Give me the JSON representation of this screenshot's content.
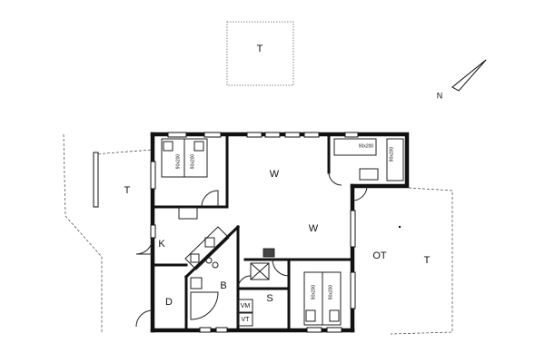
{
  "floorplan": {
    "rooms": {
      "terrace_top": "T",
      "terrace_left": "T",
      "terrace_right": "T",
      "living_1": "W",
      "living_2": "W",
      "kitchen": "K",
      "bathroom": "B",
      "storage_d": "D",
      "storage_s": "S",
      "covered_terrace": "OT"
    },
    "beds": {
      "bed_left_a": "90x200",
      "bed_left_b": "90x200",
      "bed_topright_h": "90x200",
      "bed_topright_v": "90x200",
      "bed_bottom_a": "90x200",
      "bed_bottom_b": "90x200"
    },
    "appliances": {
      "washer": "VM",
      "dryer": "VT"
    },
    "compass_label": "N"
  }
}
